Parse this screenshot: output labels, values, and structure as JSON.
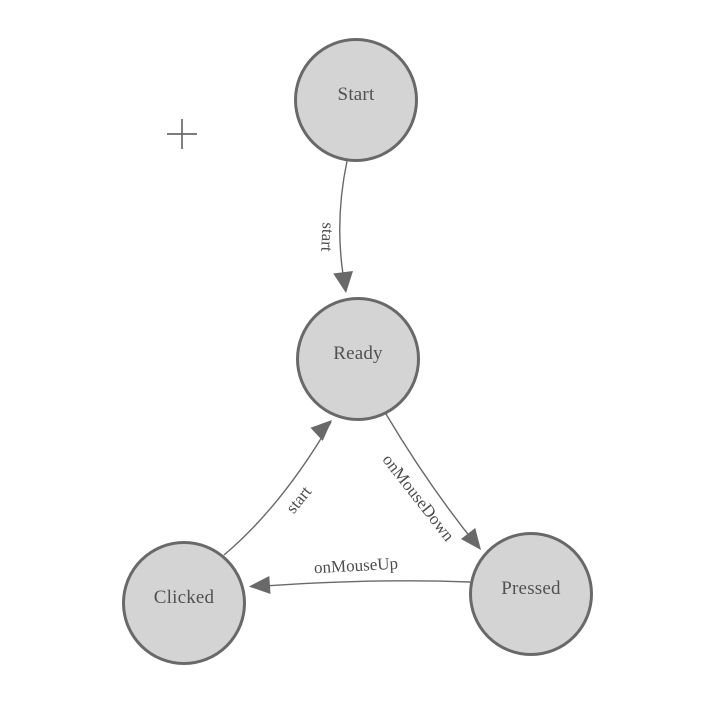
{
  "diagram": {
    "type": "state-machine",
    "colors": {
      "background": "#ffffff",
      "node_fill": "#d4d4d4",
      "node_border": "#696969",
      "edge": "#696969",
      "label_text": "#4d4d4d"
    },
    "controls": {
      "add_icon": "plus-icon"
    },
    "nodes": [
      {
        "id": "start",
        "label": "Start"
      },
      {
        "id": "ready",
        "label": "Ready"
      },
      {
        "id": "clicked",
        "label": "Clicked"
      },
      {
        "id": "pressed",
        "label": "Pressed"
      }
    ],
    "edges": [
      {
        "from": "Start",
        "to": "Ready",
        "label": "start"
      },
      {
        "from": "Clicked",
        "to": "Ready",
        "label": "start"
      },
      {
        "from": "Ready",
        "to": "Pressed",
        "label": "onMouseDown"
      },
      {
        "from": "Pressed",
        "to": "Clicked",
        "label": "onMouseUp"
      }
    ]
  }
}
